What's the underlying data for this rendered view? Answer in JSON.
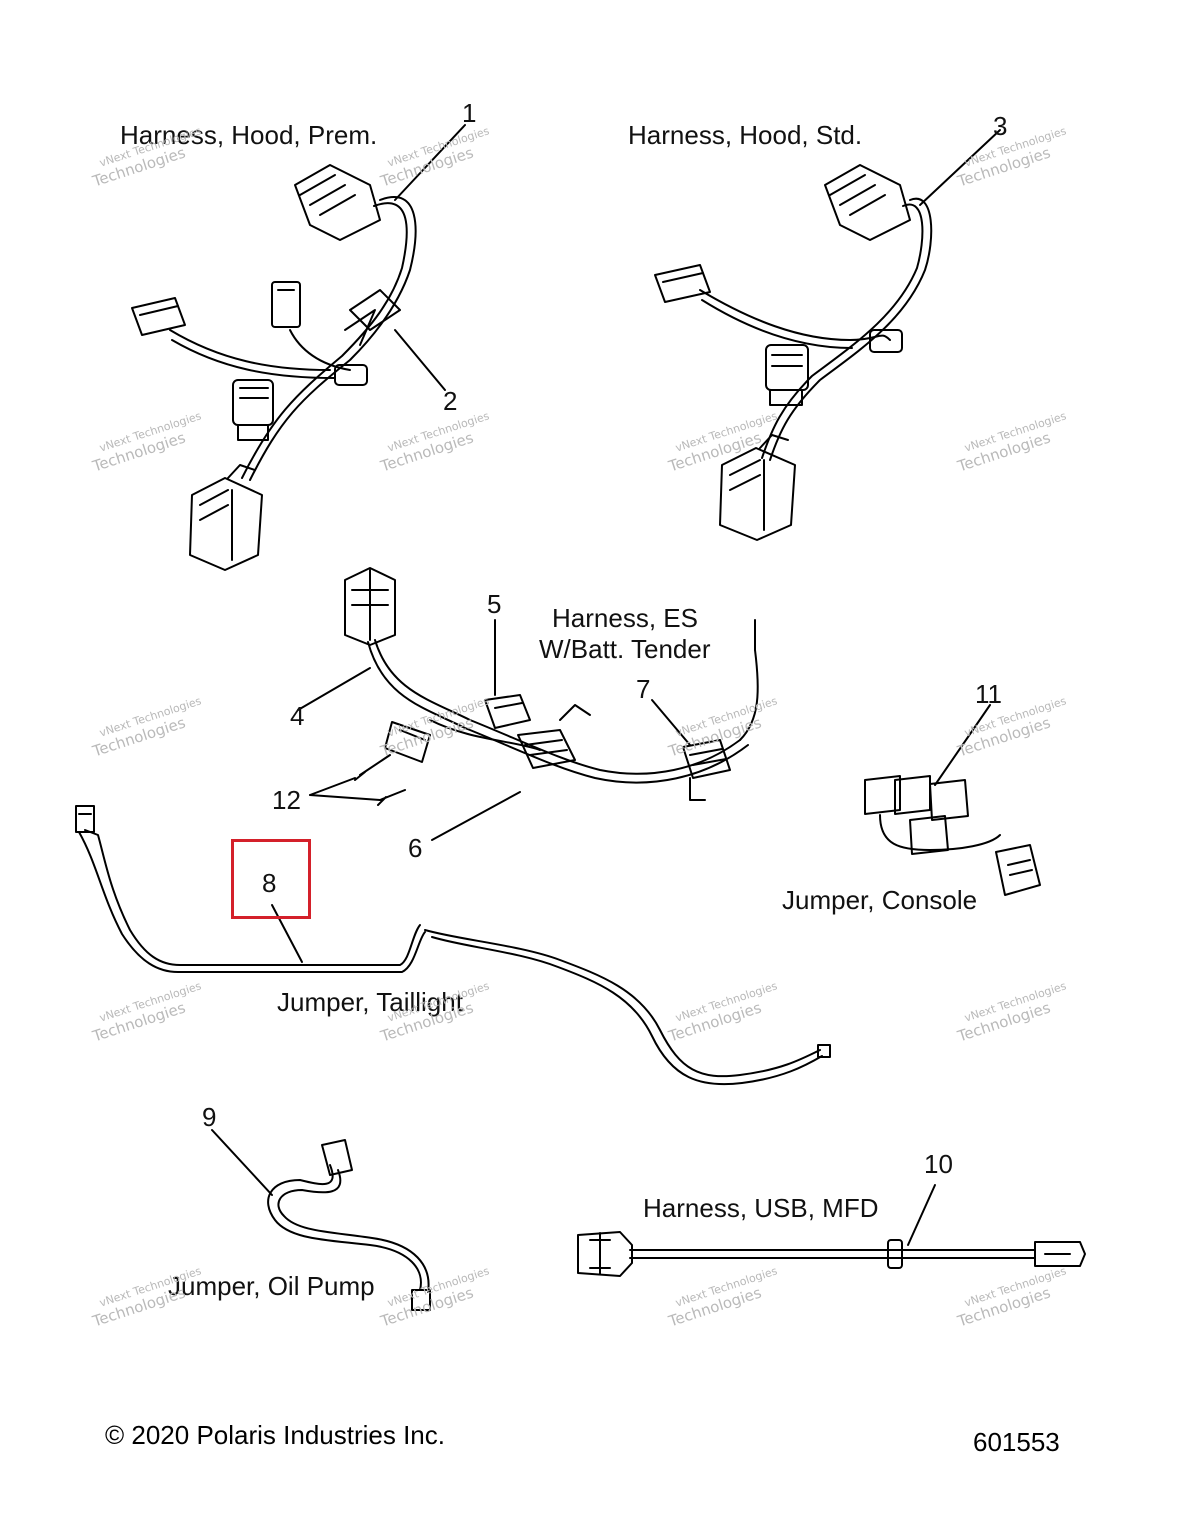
{
  "labels": {
    "harness_hood_prem": "Harness, Hood, Prem.",
    "harness_hood_std": "Harness, Hood, Std.",
    "harness_es_1": "Harness, ES",
    "harness_es_2": "W/Batt. Tender",
    "jumper_console": "Jumper, Console",
    "jumper_taillight": "Jumper, Taillight",
    "harness_usb_mfd": "Harness, USB, MFD",
    "jumper_oil_pump": "Jumper, Oil Pump"
  },
  "callouts": [
    "1",
    "2",
    "3",
    "4",
    "5",
    "6",
    "7",
    "8",
    "9",
    "10",
    "11",
    "12"
  ],
  "highlighted_callout": "8",
  "highlight_color": "#d4202a",
  "watermark": {
    "line1": "vNext Technologies",
    "line2": "Technologies"
  },
  "footer": {
    "copyright": "© 2020 Polaris Industries Inc.",
    "part_number": "601553"
  }
}
